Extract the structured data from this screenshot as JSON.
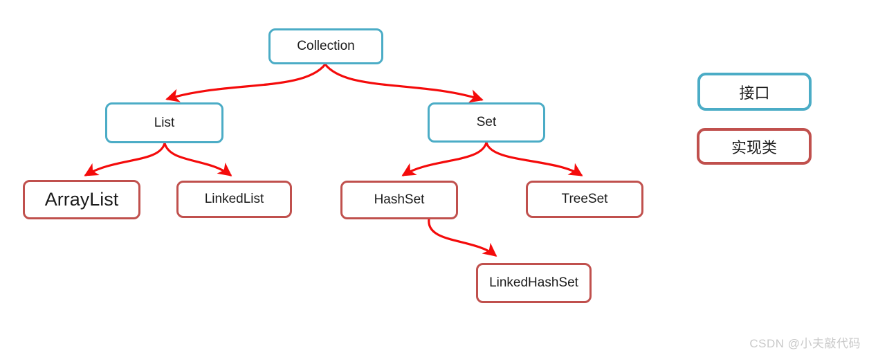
{
  "diagram": {
    "nodes": [
      {
        "id": "collection",
        "label": "Collection",
        "type": "interface"
      },
      {
        "id": "list",
        "label": "List",
        "type": "interface"
      },
      {
        "id": "set",
        "label": "Set",
        "type": "interface"
      },
      {
        "id": "arraylist",
        "label": "ArrayList",
        "type": "class"
      },
      {
        "id": "linkedlist",
        "label": "LinkedList",
        "type": "class"
      },
      {
        "id": "hashset",
        "label": "HashSet",
        "type": "class"
      },
      {
        "id": "treeset",
        "label": "TreeSet",
        "type": "class"
      },
      {
        "id": "linkedhashset",
        "label": "LinkedHashSet",
        "type": "class"
      }
    ],
    "edges": [
      {
        "from": "Collection",
        "to": "List"
      },
      {
        "from": "Collection",
        "to": "Set"
      },
      {
        "from": "List",
        "to": "ArrayList"
      },
      {
        "from": "List",
        "to": "LinkedList"
      },
      {
        "from": "Set",
        "to": "HashSet"
      },
      {
        "from": "Set",
        "to": "TreeSet"
      },
      {
        "from": "HashSet",
        "to": "LinkedHashSet"
      }
    ],
    "legend": {
      "interface_label": "接口",
      "class_label": "实现类"
    },
    "colors": {
      "interface_border": "#4BACC6",
      "class_border": "#C0504D",
      "arrow": "#F40B0B"
    }
  },
  "watermark": {
    "text": "CSDN @小夫敲代码"
  }
}
